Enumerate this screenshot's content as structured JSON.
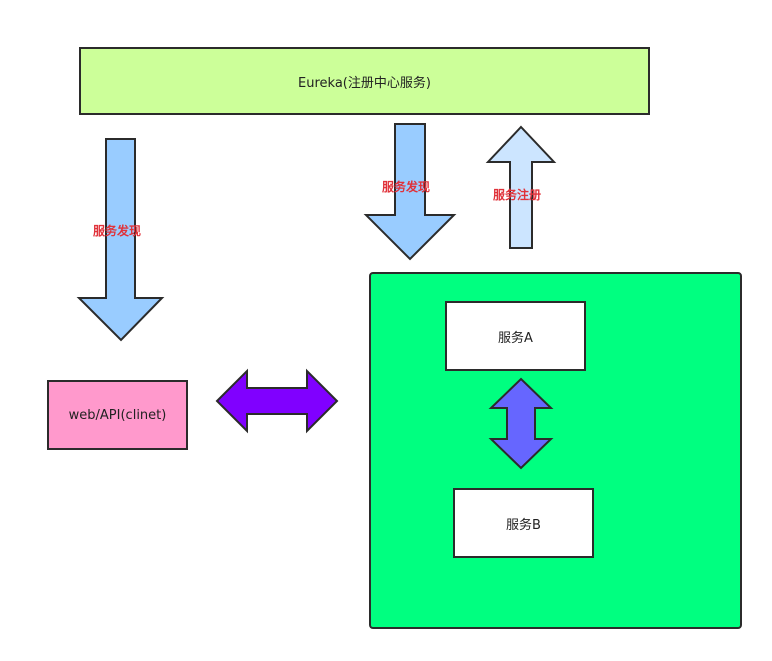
{
  "colors": {
    "eureka_fill": "#ccff99",
    "client_fill": "#ff99cc",
    "container_fill": "#00ff80",
    "discovery_arrow_fill": "#99ccff",
    "register_arrow_fill": "#cce5ff",
    "client_service_arrow_fill": "#8000ff",
    "service_ab_arrow_fill": "#6666ff",
    "label_color": "#e0323a",
    "stroke": "#2b2b2b"
  },
  "nodes": {
    "eureka": {
      "label": "Eureka(注册中心服务)"
    },
    "client": {
      "label": "web/API(clinet)"
    },
    "service_a": {
      "label": "服务A"
    },
    "service_b": {
      "label": "服务B"
    }
  },
  "arrows": {
    "discovery_left": {
      "label": "服务发现",
      "direction": "down"
    },
    "discovery_right": {
      "label": "服务发现",
      "direction": "down"
    },
    "register": {
      "label": "服务注册",
      "direction": "up"
    },
    "client_to_services": {
      "direction": "both-horizontal"
    },
    "service_a_to_b": {
      "direction": "both-vertical"
    }
  }
}
